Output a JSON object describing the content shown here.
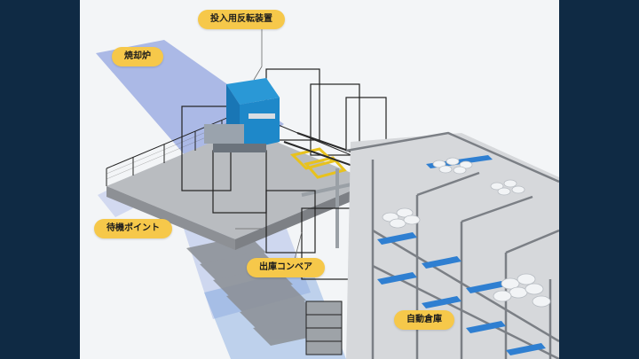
{
  "labels": {
    "top_device": "投入用反転装置",
    "incinerator": "焼却炉",
    "standby_point": "待機ポイント",
    "outbound_conveyor": "出庫コンベア",
    "automated_warehouse": "自動倉庫"
  },
  "colors": {
    "background_frame": "#0f2a44",
    "label_fill": "#f6c84a",
    "machine_blue": "#1e88c9",
    "conveyor_blue": "#2f7fd1",
    "floor_gray": "#b9bcc0"
  }
}
